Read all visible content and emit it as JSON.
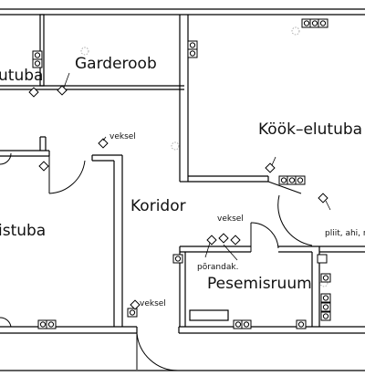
{
  "floor_plan": {
    "rooms": {
      "bedroom_partial": "utuba",
      "wardrobe": "Garderoob",
      "kitchen_living": "Köök–elutuba",
      "living_partial": "istuba",
      "corridor": "Koridor",
      "laundry": "Pesemisruum"
    },
    "notes": {
      "switch_corridor_top": "veksel",
      "switch_laundry": "veksel",
      "switch_corridor_bottom": "veksel",
      "floor_outlet": "põrandak.",
      "appliances": "pliit, ahi, no"
    }
  }
}
